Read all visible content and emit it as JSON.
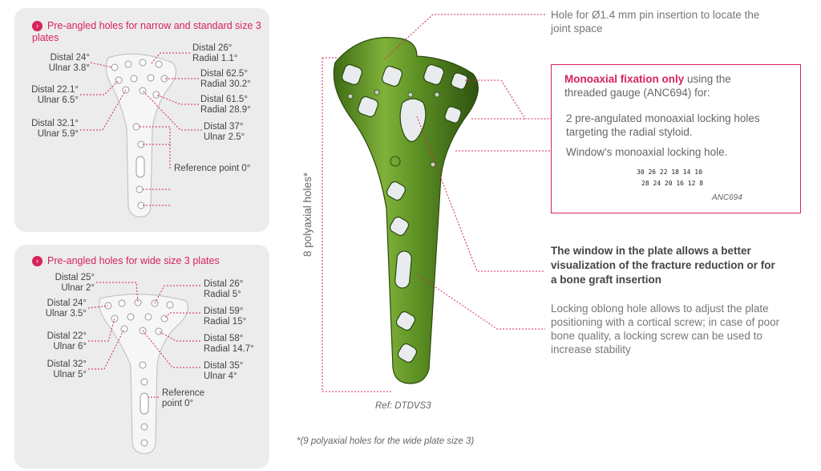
{
  "top_panel": {
    "title": "Pre-angled holes for narrow and standard size 3 plates",
    "labels": {
      "distal24": [
        "Distal 24°",
        "Ulnar 3.8°"
      ],
      "distal221": [
        "Distal 22.1°",
        "Ulnar 6.5°"
      ],
      "distal321": [
        "Distal 32.1°",
        "Ulnar 5.9°"
      ],
      "distal26": [
        "Distal 26°",
        "Radial 1.1°"
      ],
      "distal625": [
        "Distal 62.5°",
        "Radial 30.2°"
      ],
      "distal615": [
        "Distal 61.5°",
        "Radial 28.9°"
      ],
      "distal37": [
        "Distal 37°",
        "Ulnar 2.5°"
      ],
      "reference": "Reference point 0°"
    }
  },
  "bottom_panel": {
    "title": "Pre-angled holes for wide size 3 plates",
    "labels": {
      "distal25": [
        "Distal 25°",
        "Ulnar 2°"
      ],
      "distal24": [
        "Distal 24°",
        "Ulnar 3.5°"
      ],
      "distal22": [
        "Distal 22°",
        "Ulnar 6°"
      ],
      "distal32": [
        "Distal 32°",
        "Ulnar 5°"
      ],
      "distal26": [
        "Distal 26°",
        "Radial 5°"
      ],
      "distal59": [
        "Distal 59°",
        "Radial 15°"
      ],
      "distal58": [
        "Distal 58°",
        "Radial 14.7°"
      ],
      "distal35": [
        "Distal 35°",
        "Ulnar 4°"
      ],
      "reference": [
        "Reference",
        "point 0°"
      ]
    }
  },
  "center": {
    "vertical_label": "8 polyaxial holes*",
    "ref": "Ref: DTDVS3",
    "footnote": "*(9 polyaxial holes for the wide plate size 3)"
  },
  "right": {
    "pin_hole": [
      "Hole for Ø1.4 mm pin insertion to locate the",
      "joint space"
    ],
    "mono_box": {
      "title_bold": "Monoaxial fixation only",
      "title_rest": " using the",
      "title_line2": "threaded gauge (ANC694) for:",
      "item1": [
        "2 pre-angulated monoaxial locking holes",
        "targeting the radial styloid."
      ],
      "item2": "Window's monoaxial locking hole.",
      "gauge_top": "30 26 22 18 14 10",
      "gauge_bottom": "28 24 20 16 12 8",
      "gauge_caption": "ANC694"
    },
    "window_text": [
      "The window in the plate allows a better",
      "visualization of the fracture reduction or for",
      "a bone graft insertion"
    ],
    "oblong_text": [
      "Locking oblong hole allows to adjust the plate",
      "positioning with a cortical screw; in case of poor",
      "bone quality, a locking screw can be used to",
      "increase stability"
    ]
  },
  "colors": {
    "accent": "#d6235a",
    "plate_green": "#6a9c2c",
    "panel_bg": "#ececec"
  }
}
